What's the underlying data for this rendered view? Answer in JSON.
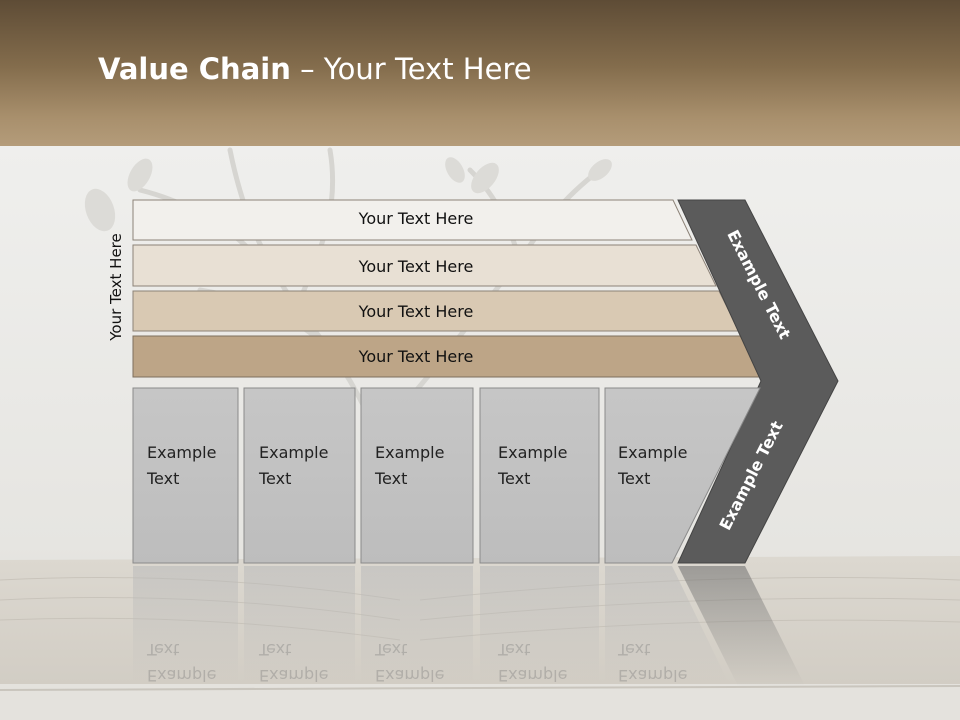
{
  "slide": {
    "title_bold": "Value Chain",
    "title_rest": " – Your Text Here",
    "side_label": "Your Text Here",
    "bars": [
      "Your Text Here",
      "Your Text Here",
      "Your Text Here",
      "Your Text Here"
    ],
    "boxes": [
      {
        "line1": "Example",
        "line2": "Text"
      },
      {
        "line1": "Example",
        "line2": "Text"
      },
      {
        "line1": "Example",
        "line2": "Text"
      },
      {
        "line1": "Example",
        "line2": "Text"
      },
      {
        "line1": "Example",
        "line2": "Text"
      }
    ],
    "chevron_top": "Example Text",
    "chevron_bottom": "Example Text"
  },
  "colors": {
    "header_top": "#5e4c36",
    "header_bottom": "#b49c7a",
    "bar1": "#f2f0ec",
    "bar2": "#e8e0d4",
    "bar3": "#d9c9b3",
    "bar4": "#bda587",
    "box_fill": "#c2c2c2",
    "chevron": "#5b5b5b"
  }
}
